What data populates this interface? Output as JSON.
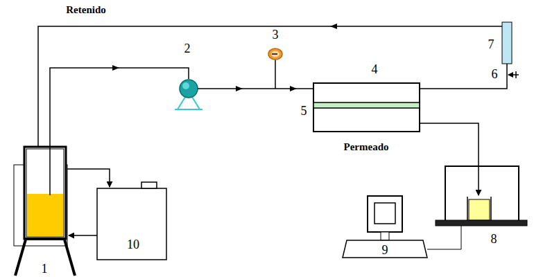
{
  "diagram": {
    "labels": [
      "Retenido",
      "3",
      "2",
      "7",
      "4",
      "6",
      "5",
      "Permeado",
      "8",
      "10",
      "9",
      "1"
    ]
  }
}
